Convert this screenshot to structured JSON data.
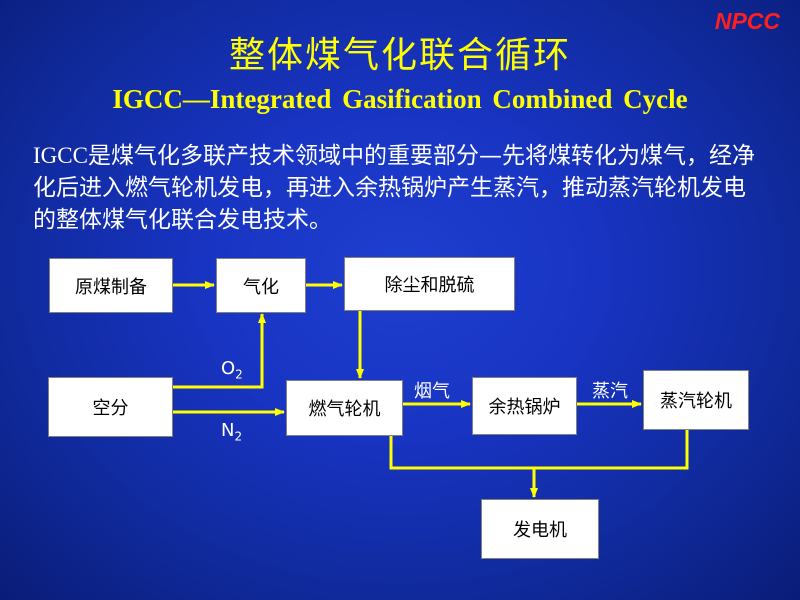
{
  "logo": "NPCC",
  "title": "整体煤气化联合循环",
  "subtitle": "IGCC—Integrated Gasification Combined Cycle",
  "description": {
    "lead": "IGCC",
    "text": "是煤气化多联产技术领域中的重要部分—先将煤转化为煤气，经净化后进入燃气轮机发电，再进入余热锅炉产生蒸汽，推动蒸汽轮机发电的整体煤气化联合发电技术。"
  },
  "diagram": {
    "nodes": {
      "coal_prep": "原煤制备",
      "gasification": "气化",
      "desulfurization": "除尘和脱硫",
      "air_separation": "空分",
      "gas_turbine": "燃气轮机",
      "hrsg": "余热锅炉",
      "steam_turbine": "蒸汽轮机",
      "generator": "发电机"
    },
    "edge_labels": {
      "o2": "O",
      "o2_sub": "2",
      "n2": "N",
      "n2_sub": "2",
      "flue_gas": "烟气",
      "steam": "蒸汽"
    },
    "colors": {
      "arrow": "#ffff00",
      "box_fill": "#ffffff",
      "logo": "#ff1f1f",
      "title": "#ffff00"
    }
  }
}
